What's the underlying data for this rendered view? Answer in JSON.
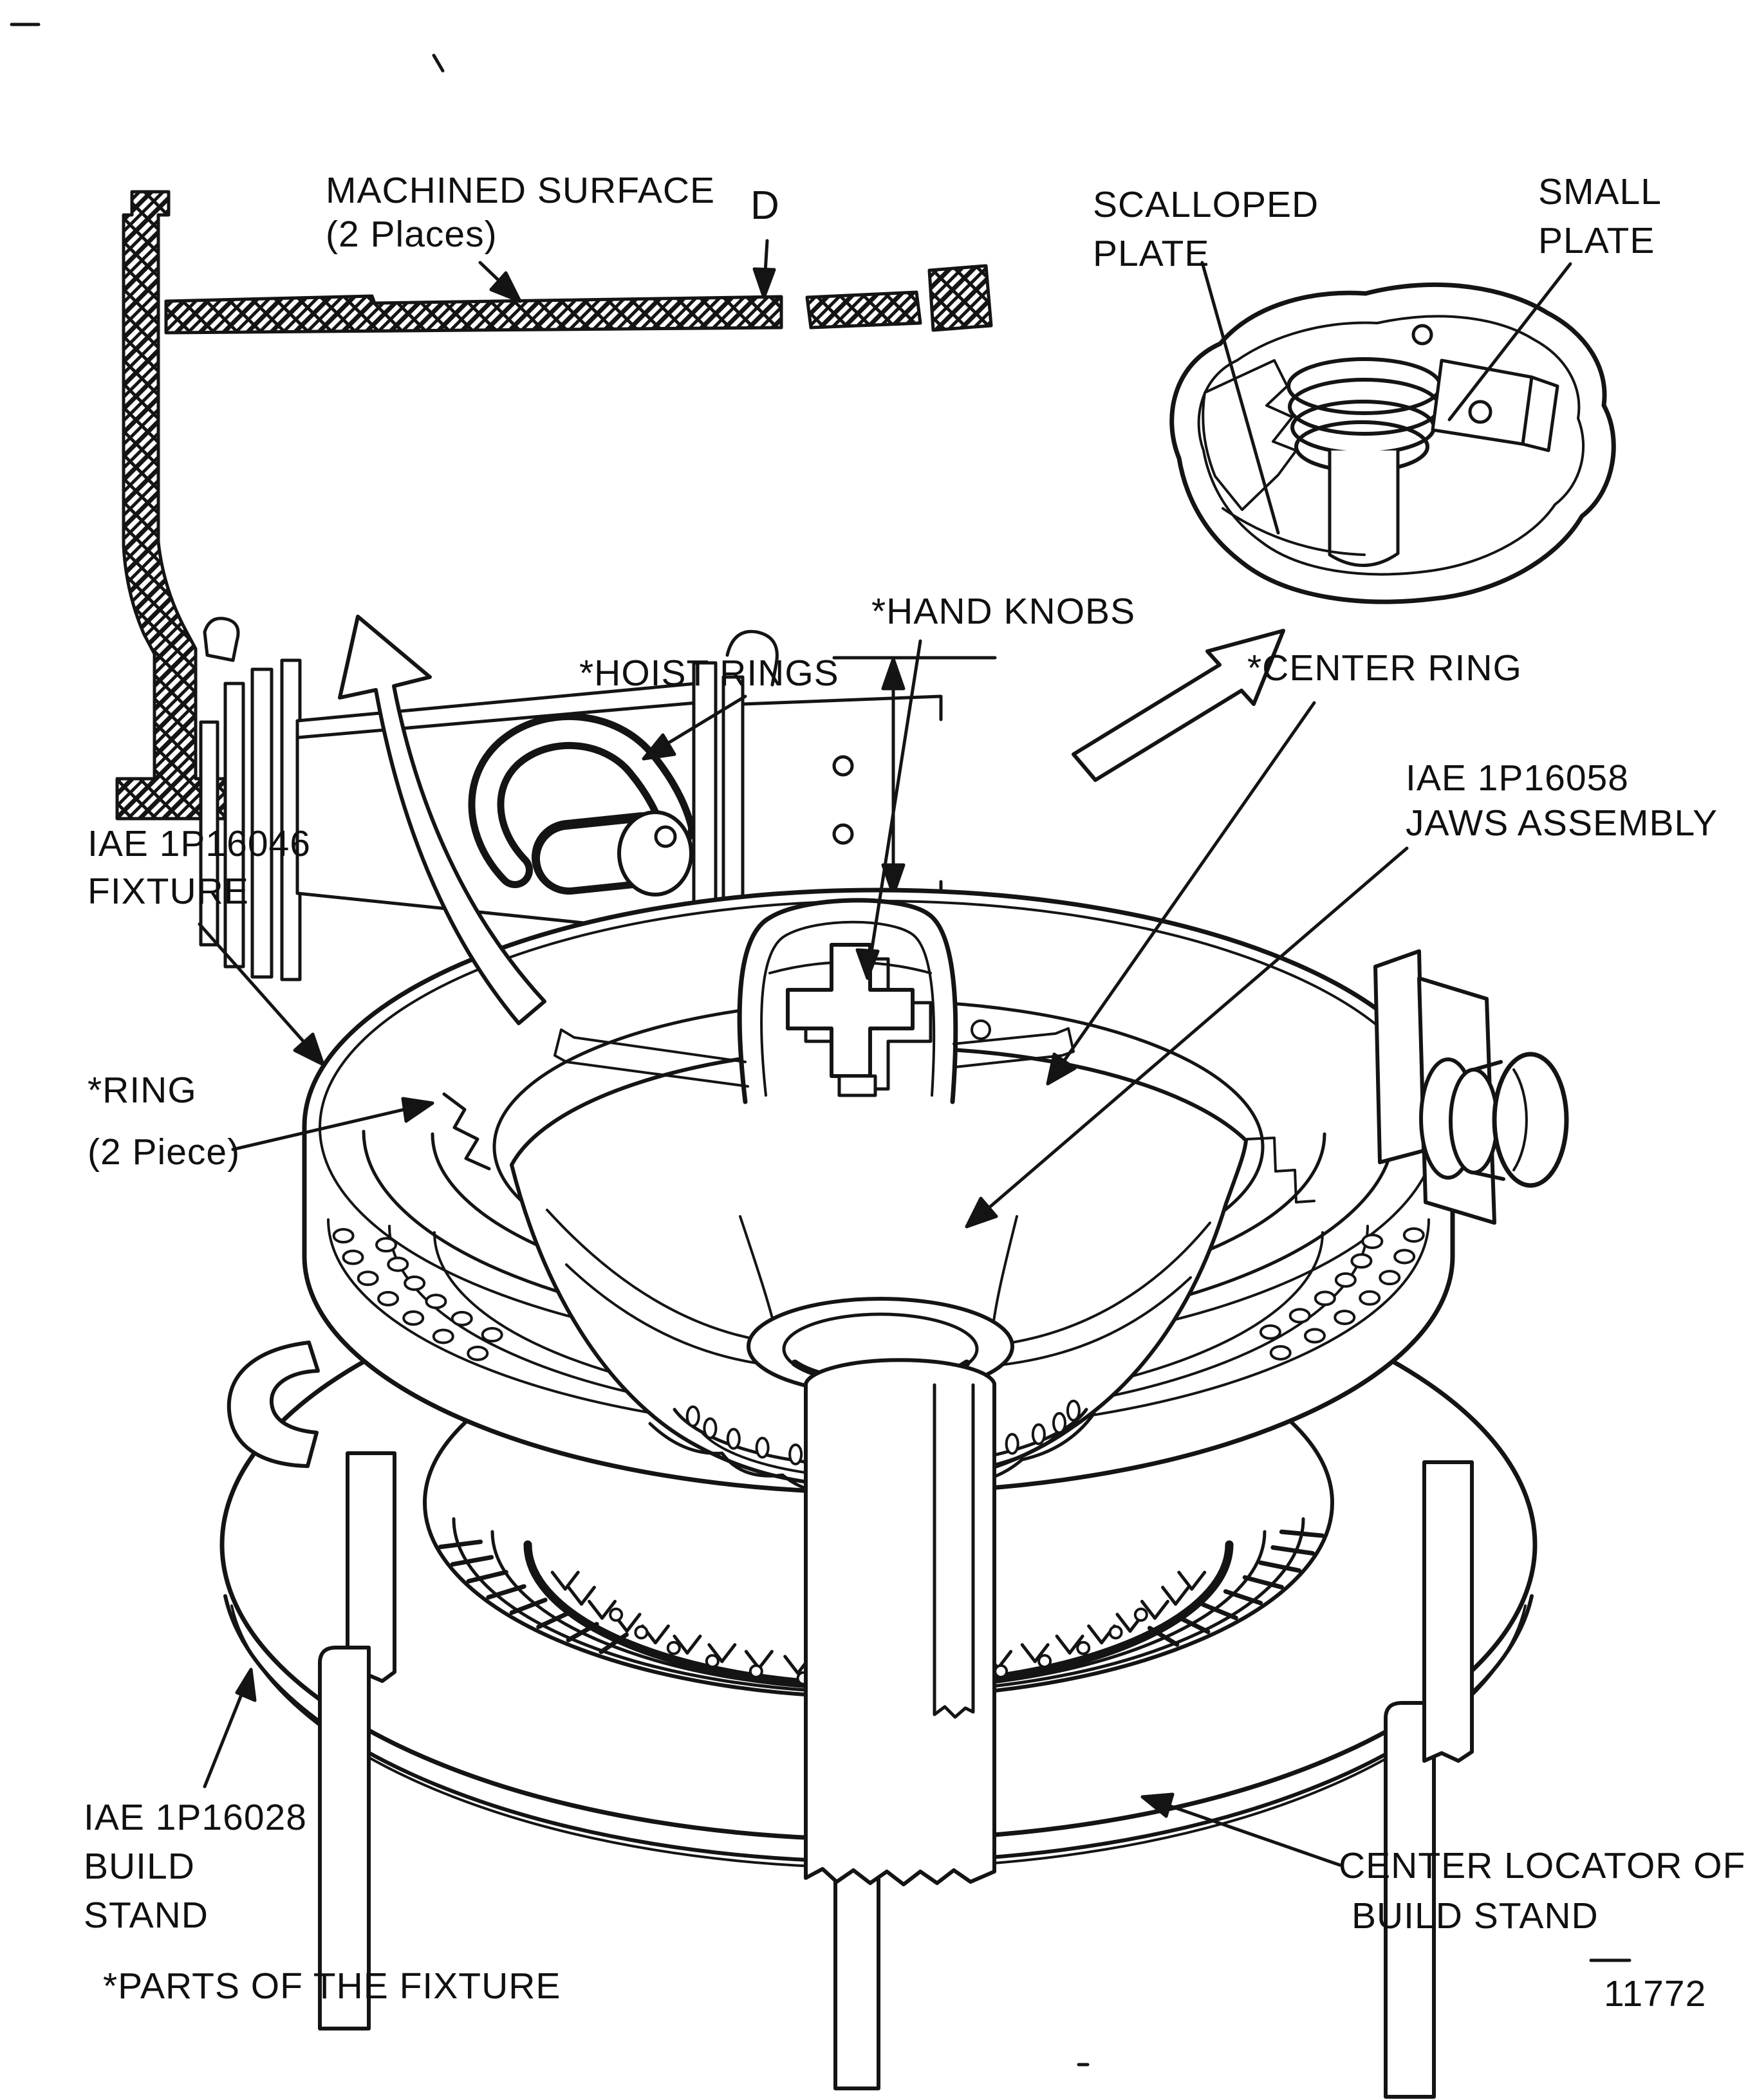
{
  "figure": {
    "number": "11772",
    "footnote": "*PARTS OF THE FIXTURE"
  },
  "labels": {
    "machined_surface": {
      "line1": "MACHINED SURFACE",
      "line2": "(2 Places)"
    },
    "detail_d": "D",
    "scalloped_plate": {
      "line1": "SCALLOPED",
      "line2": "PLATE"
    },
    "small_plate": {
      "line1": "SMALL",
      "line2": "PLATE"
    },
    "hand_knobs": "*HAND KNOBS",
    "hoist_rings": "*HOIST RINGS",
    "center_ring": "*CENTER RING",
    "jaws_assembly": {
      "line1": "IAE 1P16058",
      "line2": "JAWS ASSEMBLY"
    },
    "fixture": {
      "line1": "IAE 1P16046",
      "line2": "FIXTURE"
    },
    "ring_two_piece": {
      "line1": "*RING",
      "line2": "(2 Piece)"
    },
    "build_stand": {
      "line1": "IAE 1P16028",
      "line2": "BUILD",
      "line3": "STAND"
    },
    "center_locator": {
      "line1": "CENTER LOCATOR OF",
      "line2": "BUILD STAND"
    }
  },
  "colors": {
    "ink": "#141414",
    "paper": "#ffffff"
  }
}
